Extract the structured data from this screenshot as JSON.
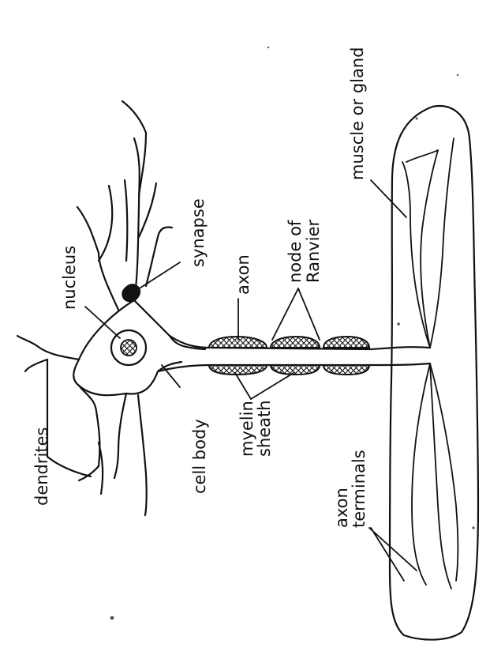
{
  "labels": {
    "dendrites": "dendrites",
    "nucleus": "nucleus",
    "cell_body": "cell body",
    "synapse": "synapse",
    "axon": "axon",
    "myelin_line1": "myelin",
    "myelin_line2": "sheath",
    "node_line1": "node of",
    "node_line2": "Ranvier",
    "muscle": "muscle or gland",
    "terminals_line1": "axon",
    "terminals_line2": "terminals"
  },
  "colors": {
    "ink": "#111111",
    "paper": "#ffffff",
    "synapse_fill": "#111111"
  }
}
